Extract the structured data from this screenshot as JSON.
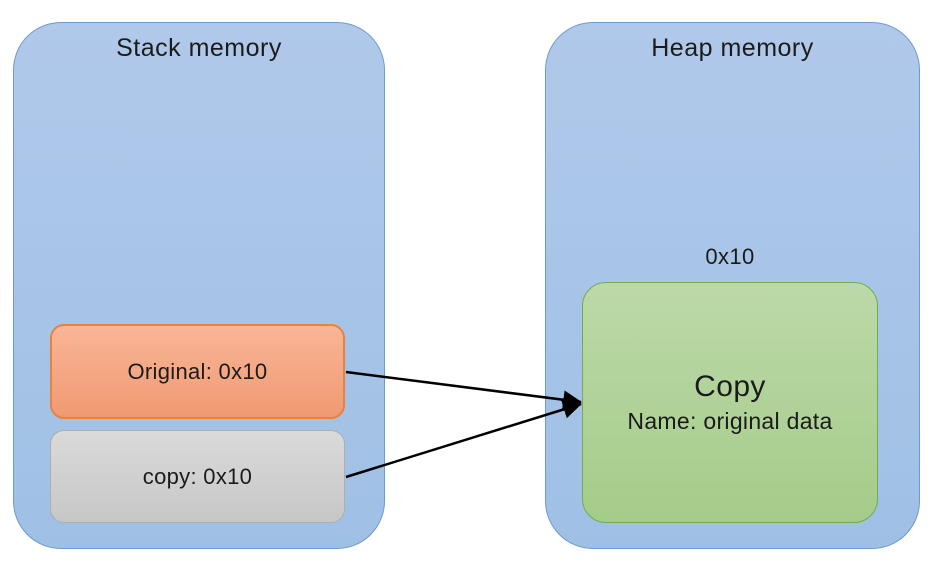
{
  "diagram": {
    "stack": {
      "title": "Stack memory",
      "items": [
        {
          "label": "Original: 0x10"
        },
        {
          "label": "copy: 0x10"
        }
      ]
    },
    "heap": {
      "title": "Heap memory",
      "address_label": "0x10",
      "object": {
        "title": "Copy",
        "subtitle": "Name: original data"
      }
    },
    "arrows": [
      {
        "from": "original-pointer",
        "to": "heap-object"
      },
      {
        "from": "copy-pointer",
        "to": "heap-object"
      }
    ],
    "colors": {
      "panel_blue_top": "#b0c9ea",
      "panel_blue_bottom": "#9fc0e5",
      "panel_border": "#6d9ad2",
      "orange_top": "#f9b597",
      "orange_bottom": "#f09a72",
      "orange_border": "#e8823c",
      "gray_top": "#dadada",
      "gray_bottom": "#c7c7c7",
      "gray_border": "#aeaeae",
      "green_top": "#bcd9a8",
      "green_bottom": "#a5cc8a",
      "green_border": "#6fae4c",
      "arrow": "#000000"
    }
  }
}
